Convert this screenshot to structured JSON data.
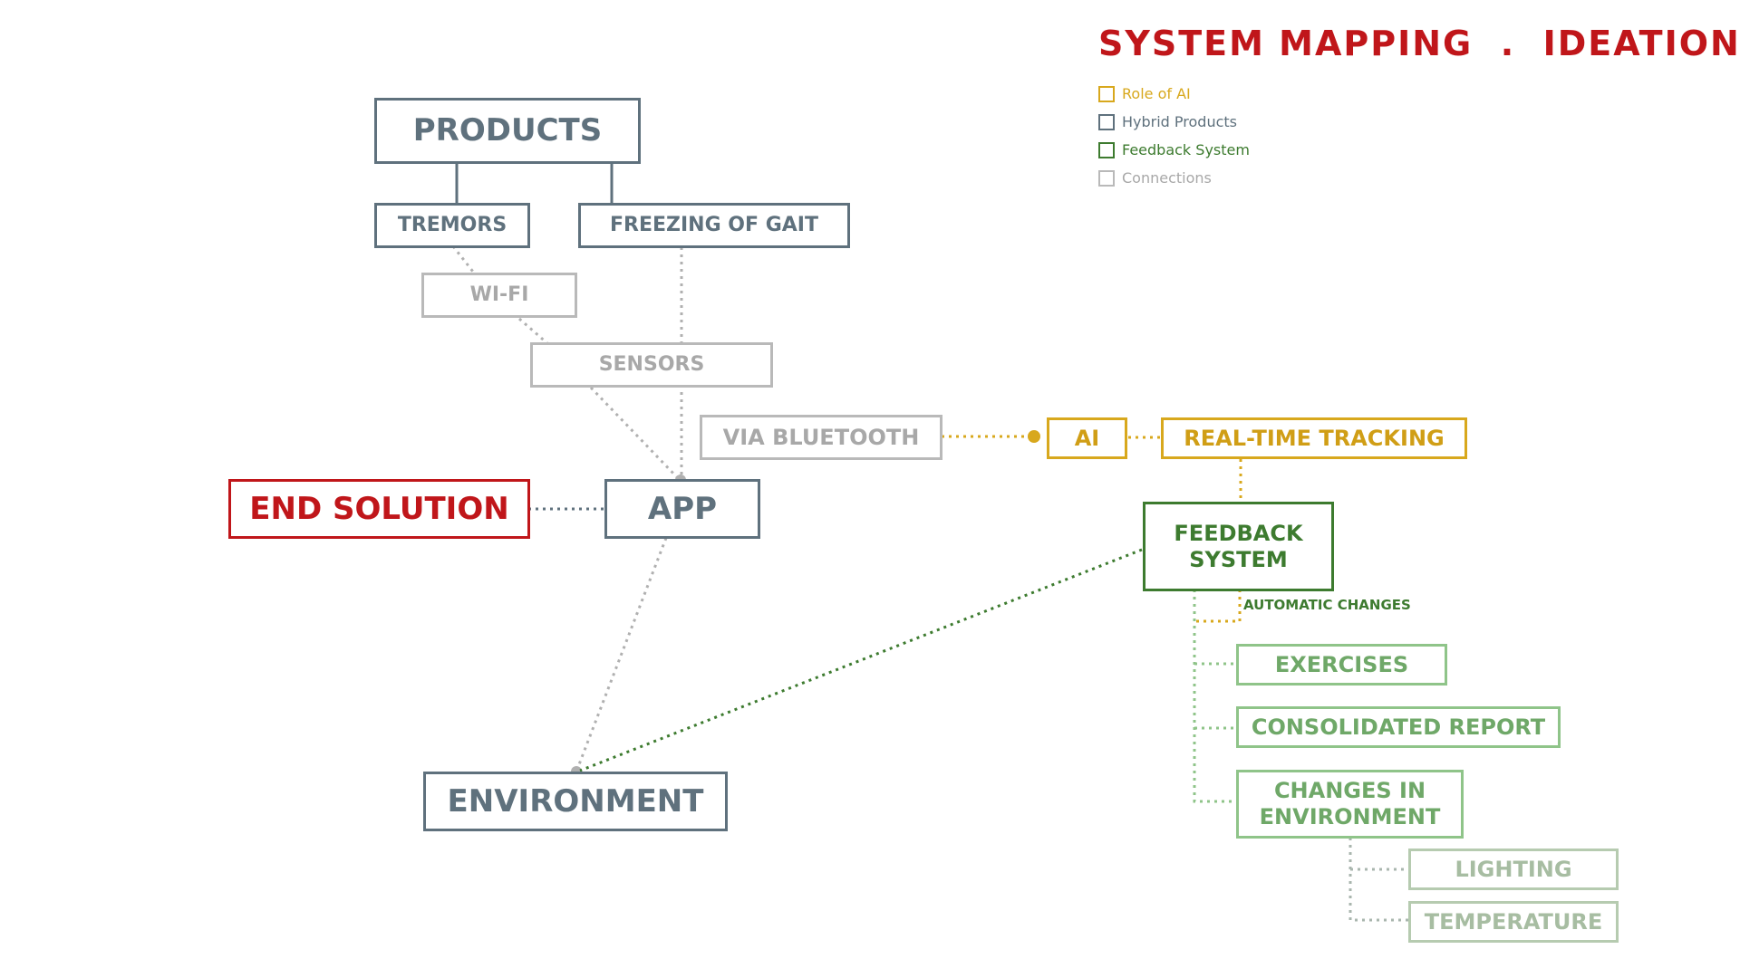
{
  "header": {
    "title": "SYSTEM MAPPING  .  IDEATIONS"
  },
  "legend": {
    "items": [
      {
        "label": "Role of AI",
        "color": "#d8a81d"
      },
      {
        "label": "Hybrid Products",
        "color": "#5f717d"
      },
      {
        "label": "Feedback System",
        "color": "#3d7b2f"
      },
      {
        "label": "Connections",
        "color": "#b9b9b9"
      }
    ]
  },
  "nodes": {
    "products": "PRODUCTS",
    "tremors": "TREMORS",
    "freezing_of_gait": "FREEZING OF GAIT",
    "wifi": "WI-FI",
    "sensors": "SENSORS",
    "via_bluetooth": "VIA BLUETOOTH",
    "ai": "AI",
    "real_time_tracking": "REAL-TIME TRACKING",
    "end_solution": "END SOLUTION",
    "app": "APP",
    "feedback_system": "FEEDBACK SYSTEM",
    "exercises": "EXERCISES",
    "consolidated_report": "CONSOLIDATED REPORT",
    "changes_in_environment": "CHANGES IN ENVIRONMENT",
    "lighting": "LIGHTING",
    "temperature": "TEMPERATURE",
    "environment": "ENVIRONMENT"
  },
  "annotations": {
    "automatic_changes": "AUTOMATIC CHANGES"
  },
  "colors": {
    "title": "#c0161a",
    "hybrid_products": "#5f717d",
    "connections": "#b9b9b9",
    "role_of_ai": "#d8a81d",
    "feedback_system": "#3d7b2f",
    "feedback_light": "#8fc489"
  }
}
